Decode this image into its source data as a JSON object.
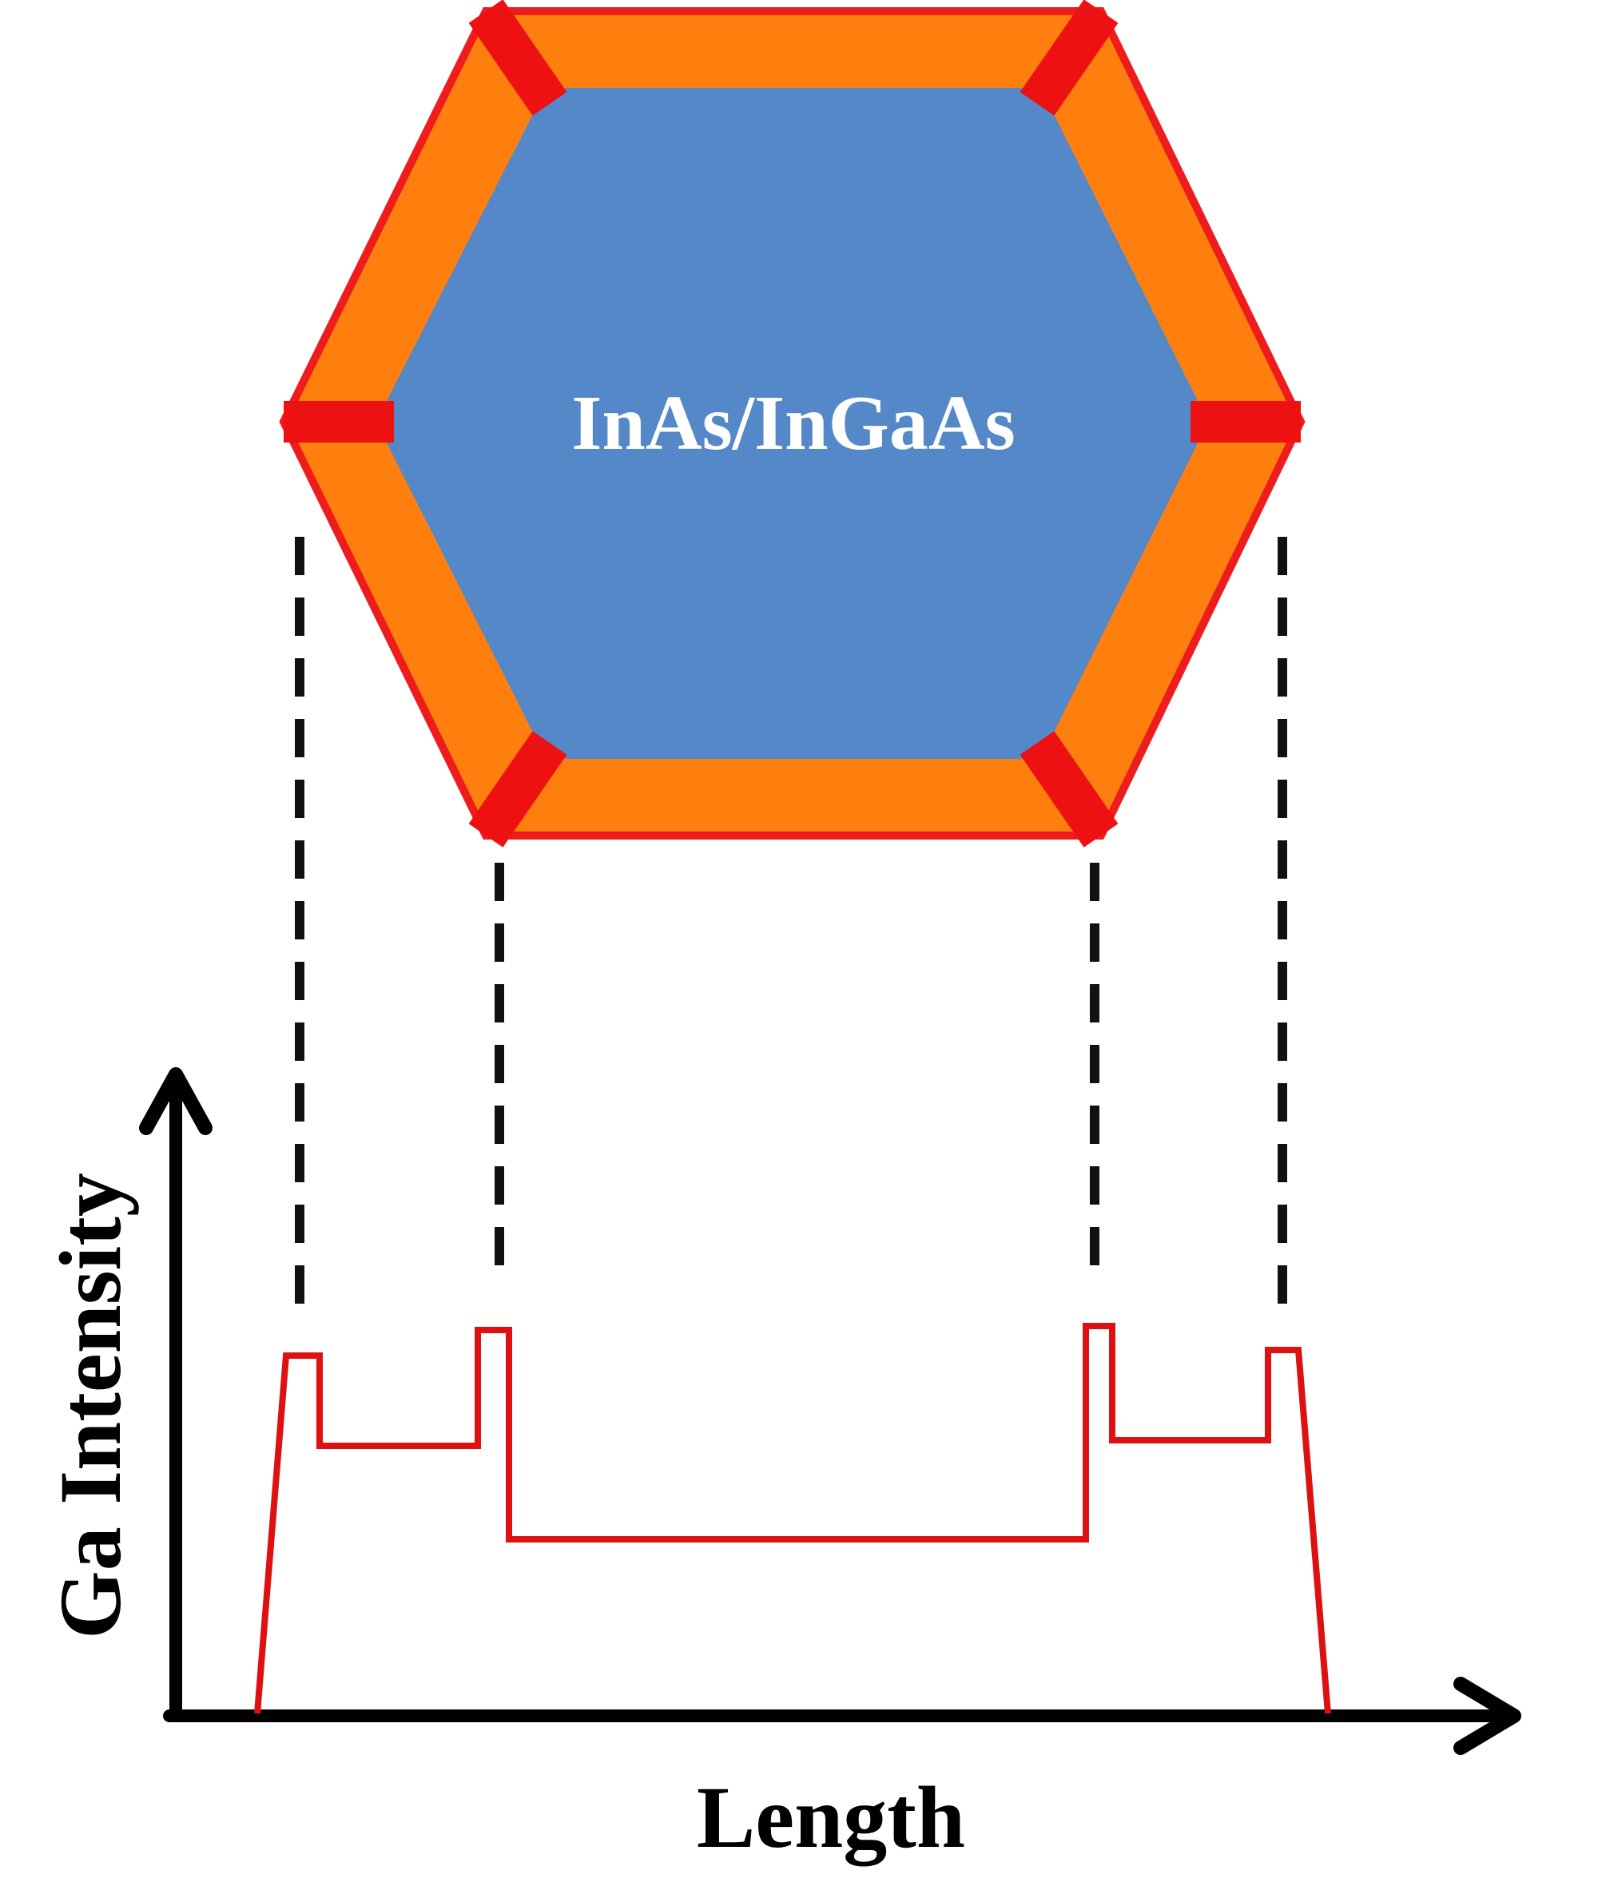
{
  "diagram": {
    "core_label": "InAs/InGaAs",
    "x_axis_label": "Length",
    "y_axis_label": "Ga Intensity"
  },
  "colors": {
    "core": "#5588c8",
    "shell": "#ff7f0e",
    "shell_outline": "#ee1c1c",
    "corner_bands": "#ee1111",
    "profile_line": "#dd1111",
    "guides": "#111111",
    "axes": "#000000"
  }
}
